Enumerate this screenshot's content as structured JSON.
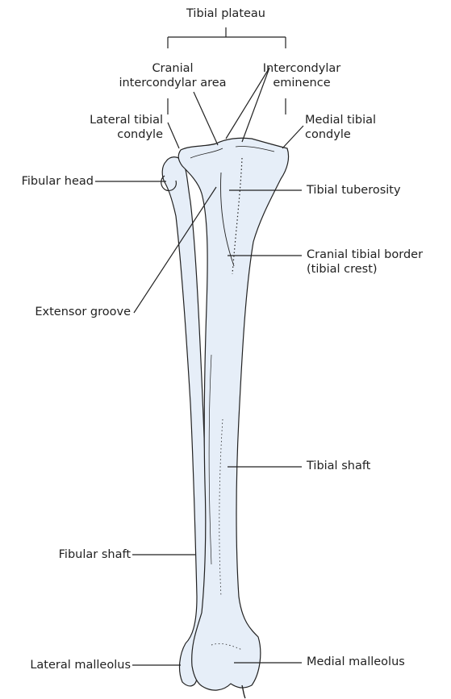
{
  "figure": {
    "colors": {
      "bone_fill": "#e6eef8",
      "bone_stroke": "#222222",
      "leader_line": "#222222",
      "label_text": "#222222"
    }
  },
  "labels": {
    "tibial_plateau": "Tibial plateau",
    "cranial_intercondylar_area": {
      "line1": "Cranial",
      "line2": "intercondylar area"
    },
    "intercondylar_eminence": {
      "line1": "Intercondylar",
      "line2": "eminence"
    },
    "lateral_tibial_condyle": {
      "line1": "Lateral tibial",
      "line2": "condyle"
    },
    "medial_tibial_condyle": {
      "line1": "Medial tibial",
      "line2": "condyle"
    },
    "fibular_head": "Fibular head",
    "tibial_tuberosity": "Tibial tuberosity",
    "cranial_tibial_border": {
      "line1": "Cranial tibial border",
      "line2": "(tibial crest)"
    },
    "extensor_groove": "Extensor groove",
    "tibial_shaft": "Tibial shaft",
    "fibular_shaft": "Fibular shaft",
    "lateral_malleolus": "Lateral malleolus",
    "medial_malleolus": "Medial malleolus"
  }
}
